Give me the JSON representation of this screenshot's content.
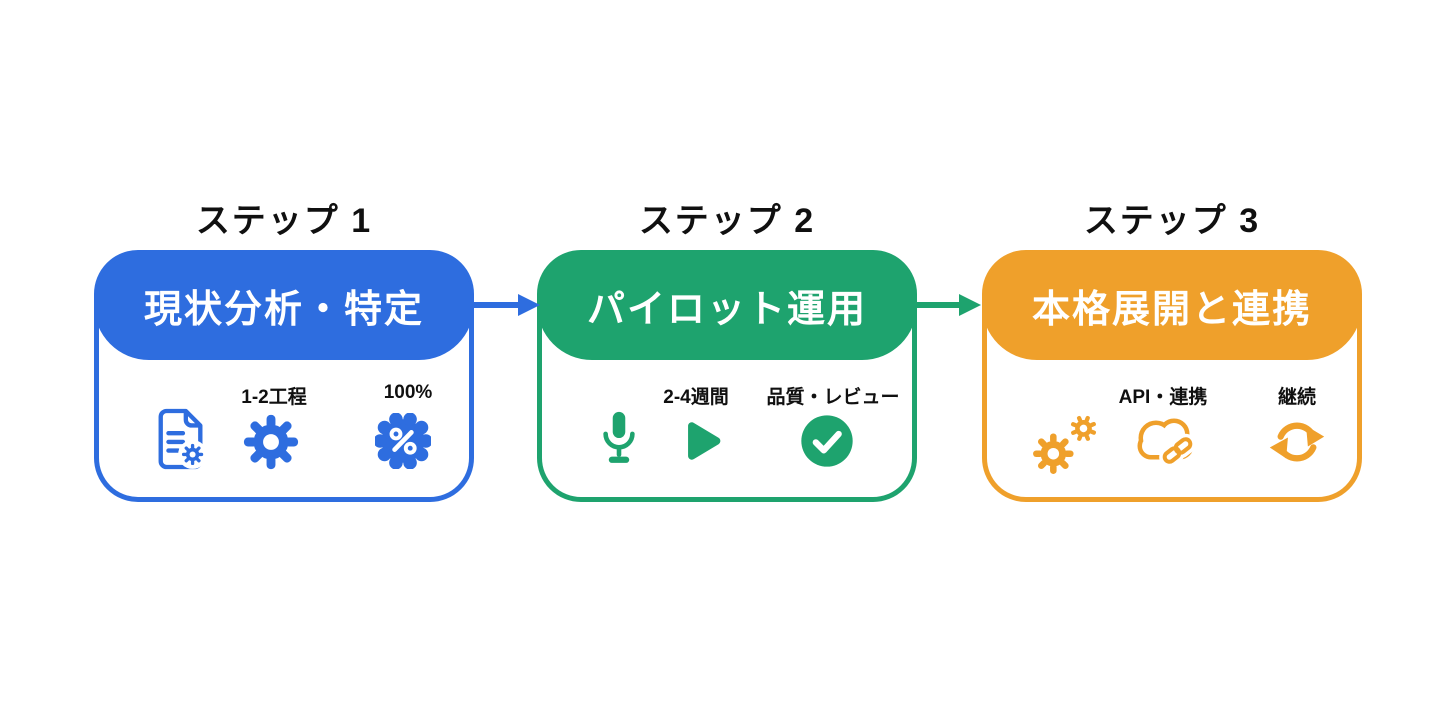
{
  "canvas": {
    "background": "#ffffff"
  },
  "steps": [
    {
      "title": "ステップ 1",
      "header": "現状分析・特定",
      "accent_color": "#2e6ddf",
      "icons": [
        "document-gear-icon",
        "gear-icon",
        "percent-badge-icon"
      ],
      "labels": [
        "1-2工程",
        "100%"
      ]
    },
    {
      "title": "ステップ 2",
      "header": "パイロット運用",
      "accent_color": "#1ea36e",
      "icons": [
        "microphone-icon",
        "play-icon",
        "check-circle-icon"
      ],
      "labels": [
        "2-4週間",
        "品質・レビュー"
      ]
    },
    {
      "title": "ステップ 3",
      "header": "本格展開と連携",
      "accent_color": "#efa02b",
      "icons": [
        "gears-icon",
        "cloud-link-icon",
        "sync-icon"
      ],
      "labels": [
        "API・連携",
        "継続"
      ]
    }
  ],
  "arrows": [
    {
      "name": "arrow-step1-to-step2",
      "color": "#2e6ddf"
    },
    {
      "name": "arrow-step2-to-step3",
      "color": "#1ea36e"
    }
  ]
}
